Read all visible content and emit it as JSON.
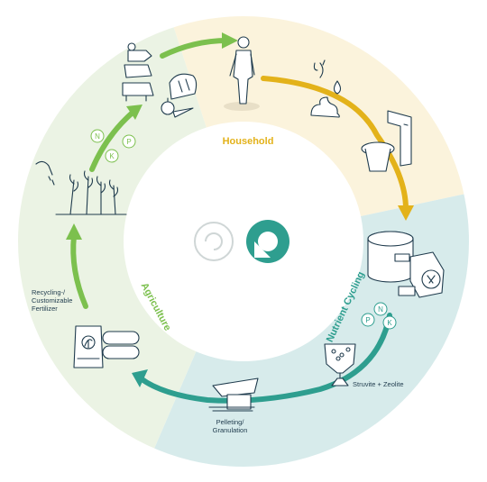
{
  "diagram": {
    "sectors": {
      "household": "Household",
      "nutrient_cycling": "Nutrient Cycling",
      "agriculture": "Agriculture"
    },
    "captions": {
      "fertilizer": [
        "Recycling-/",
        "Customizable",
        "Fertilizer"
      ],
      "pelleting": [
        "Pelleting/",
        "Granulation"
      ],
      "struvite": "Struvite + Zeolite"
    },
    "nutrient_badges": {
      "agriculture": [
        "N",
        "P",
        "K"
      ],
      "cycling": [
        "P",
        "N",
        "K"
      ]
    },
    "colors": {
      "household_bg": "#fbf3dc",
      "cycling_bg": "#d7ebeb",
      "agriculture_bg": "#ebf3e4",
      "household_accent": "#e3b21a",
      "cycling_accent": "#2e9e8f",
      "agriculture_accent": "#7cc04e",
      "ink": "#1f3b4d"
    }
  }
}
